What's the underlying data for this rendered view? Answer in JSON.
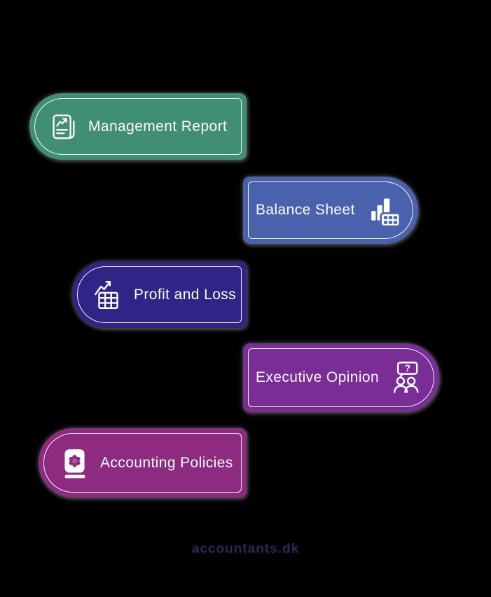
{
  "background_color": "#000000",
  "diagram": {
    "watermark": "accountants.dk",
    "question_glyph": "?",
    "border_color": "#FFFFFF",
    "items": [
      {
        "label": "Management Report",
        "icon": "report-document-icon",
        "color": "#3F8E75",
        "rounded_side": "left"
      },
      {
        "label": "Balance Sheet",
        "icon": "barchart-calculator-icon",
        "color": "#4A62AD",
        "rounded_side": "right"
      },
      {
        "label": "Profit and Loss",
        "icon": "table-growth-icon",
        "color": "#2F2586",
        "rounded_side": "left"
      },
      {
        "label": "Executive Opinion",
        "icon": "people-question-icon",
        "color": "#7A2D97",
        "rounded_side": "right"
      },
      {
        "label": "Accounting Policies",
        "icon": "policy-book-icon",
        "color": "#8D2B80",
        "rounded_side": "left"
      }
    ]
  }
}
